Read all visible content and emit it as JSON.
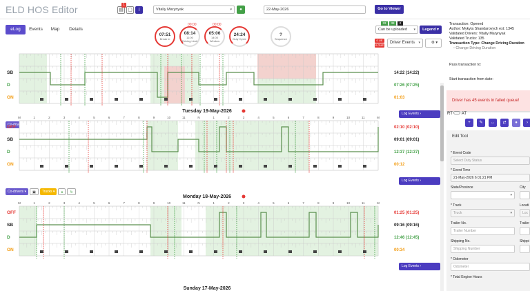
{
  "app": {
    "title": "ELD HOS Editor",
    "driver_select": "Vitaliy Marynyak",
    "date": "22-May-2026",
    "go_button": "Go to Viewer",
    "header_badge": "1"
  },
  "tabs": [
    {
      "label": "eLog"
    },
    {
      "label": "Events"
    },
    {
      "label": "Map"
    },
    {
      "label": "Details"
    }
  ],
  "gauges": [
    {
      "value": "07:51",
      "label": "Break in",
      "sub": ""
    },
    {
      "value": "08:14",
      "label": "Driving Limit",
      "sub": "11:00",
      "top": "00:00"
    },
    {
      "value": "05:06",
      "label": "Window",
      "sub": "14:00",
      "top": "00:00"
    },
    {
      "value": "24:24",
      "label": "Duty Cycle",
      "sub": "",
      "top": ""
    },
    {
      "value": "?",
      "label": "Sequence",
      "sub": ""
    }
  ],
  "controls": {
    "upload_counts": [
      "33",
      "38",
      "2"
    ],
    "upload_select": "Can be uploaded",
    "legend": "Legend",
    "driver_events": "Driver Events",
    "ue_badges": [
      "0 UE",
      "0 OUE"
    ]
  },
  "statuses": [
    "OFF",
    "SB",
    "D",
    "ON"
  ],
  "hour_labels": [
    "M",
    "1",
    "2",
    "3",
    "4",
    "5",
    "6",
    "7",
    "8",
    "9",
    "10",
    "11",
    "N",
    "1",
    "2",
    "3",
    "4",
    "5",
    "6",
    "7",
    "8",
    "9",
    "10",
    "11",
    "M"
  ],
  "days": [
    {
      "title": "",
      "totals": [
        "",
        "14:22 (14:22)",
        "07:26 (07:25)",
        "01:03"
      ],
      "log_button": "Log Events"
    },
    {
      "title": "Tuesday 19-May-2026",
      "totals": [
        "02:10 (02:10)",
        "09:01 (09:01)",
        "12:37 (12:37)",
        "00:12"
      ],
      "log_button": "Log Events"
    },
    {
      "title": "Monday 18-May-2026",
      "totals": [
        "01:25 (01:25)",
        "09:16 (09:16)",
        "12:46 (12:45)",
        "00:34"
      ],
      "log_button": "Log Events"
    },
    {
      "title": "Sunday 17-May-2026"
    }
  ],
  "codrivers": "Co-drivers",
  "trucks": "Trucks",
  "panel": {
    "lines": [
      "Transaction: Opened",
      "Author: Mykyta Shandarovych ext: 1345",
      "Validated Drivers: Vitaliy Marynyak",
      "Validated Trucks: 135",
      "Transaction Type: Change Driving Duration"
    ],
    "checkbox": "Change Driving Duration",
    "pass_to": "Pass transaction to:",
    "start_from": "Start transaction from date:",
    "alert": "Driver has 45 events in failed queue!",
    "rt": "RT",
    "at": "AT",
    "edit_tool": "Edit Tool",
    "event_code": "* Event Code",
    "event_code_ph": "Select Duty Status",
    "event_time": "* Event Time",
    "event_time_val": "21-May-2026 6 01:21 PM",
    "state": "State/Province",
    "city": "City",
    "truck": "* Truck",
    "truck_val": "Truck",
    "location": "Locati",
    "location_val": "Loc",
    "trailer": "Trailer No.",
    "trailer_ph": "Trailer Number",
    "trailer2": "Trailer",
    "shipping": "Shipping No.",
    "shipping_ph": "Shipping Number",
    "shipping2": "Shippi",
    "odometer": "* Odometer",
    "odometer_ph": "Odometer",
    "engine": "* Total Engine Hours"
  }
}
